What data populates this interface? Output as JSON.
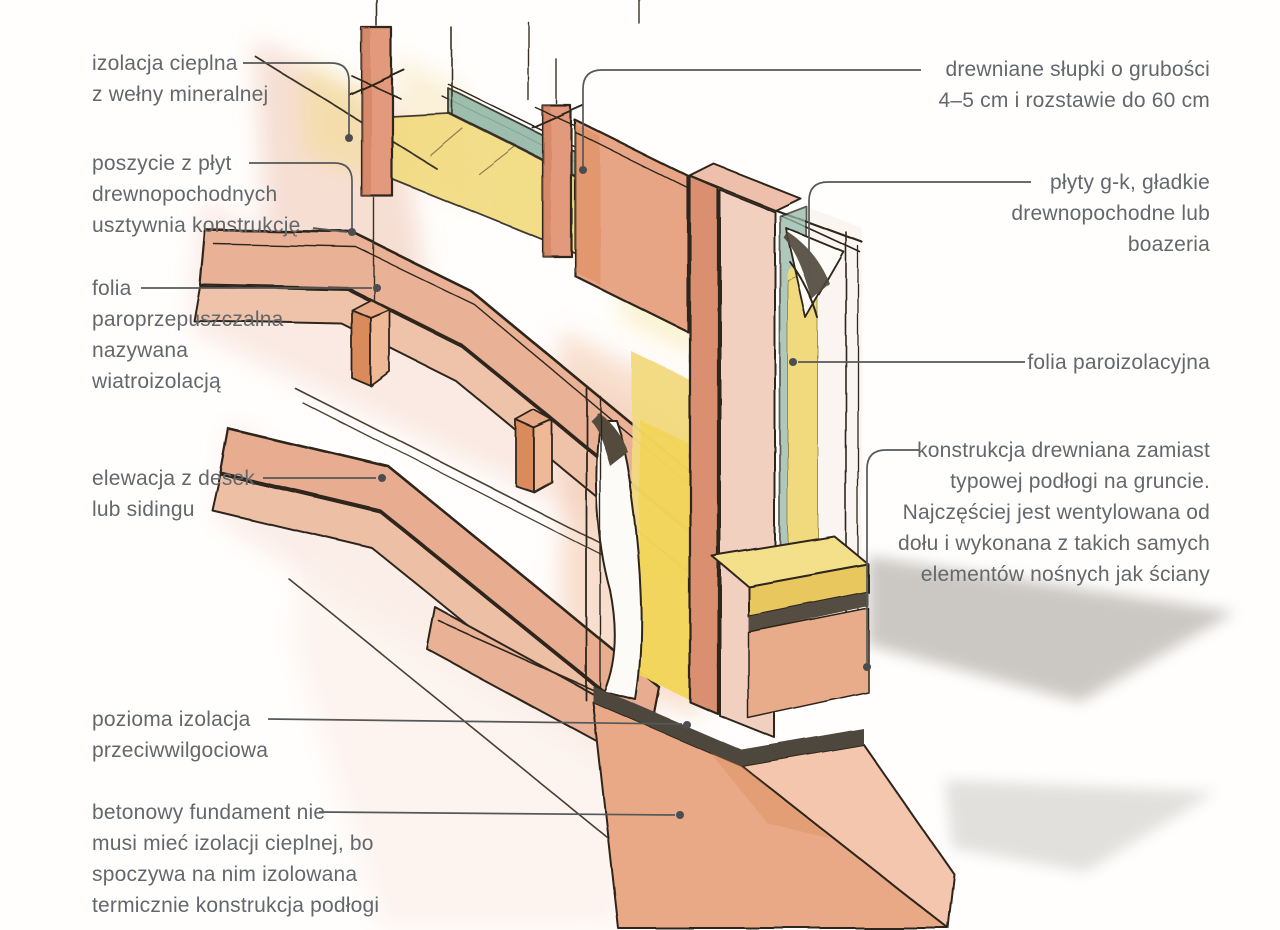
{
  "figure": {
    "kind": "hand-drawn axonometric construction detail of a timber-frame wall on a concrete foundation"
  },
  "labels": {
    "left": [
      {
        "id": "izolacja-cieplna",
        "lines": [
          "izolacja cieplna",
          "z wełny mineralnej"
        ]
      },
      {
        "id": "poszycie",
        "lines": [
          "poszycie z płyt",
          "drewnopochodnych",
          "usztywnia konstrukcję"
        ]
      },
      {
        "id": "wiatroizolacja",
        "lines": [
          "folia",
          "paroprzepuszczalna",
          "nazywana",
          "wiatroizolacją"
        ]
      },
      {
        "id": "elewacja",
        "lines": [
          "elewacja z desek",
          "lub sidingu"
        ]
      },
      {
        "id": "pozioma-izolacja",
        "lines": [
          "pozioma izolacja",
          "przeciwwilgociowa"
        ]
      },
      {
        "id": "fundament",
        "lines": [
          "betonowy fundament nie",
          "musi mieć izolacji cieplnej, bo",
          "spoczywa na nim izolowana",
          "termicznie konstrukcja podłogi"
        ]
      }
    ],
    "right": [
      {
        "id": "slupki",
        "lines": [
          "drewniane słupki o grubości",
          "4–5 cm i rozstawie do 60 cm"
        ]
      },
      {
        "id": "plyty-gk",
        "lines": [
          "płyty g-k, gładkie",
          "drewnopochodne lub",
          "boazeria"
        ]
      },
      {
        "id": "folia-paroizolacyjna",
        "lines": [
          "folia paroizolacyjna"
        ]
      },
      {
        "id": "konstrukcja-podlogi",
        "lines": [
          "konstrukcja drewniana zamiast",
          "typowej podłogi na gruncie.",
          "Najczęściej jest wentylowana od",
          "dołu i wykonana z takich samych",
          "elementów nośnych jak ściany"
        ]
      }
    ]
  },
  "colors": {
    "stud_salmon": "#e2997c",
    "stud_dark": "#d0805f",
    "board_salmon": "#e8ad90",
    "pale_pink": "#f1d0c0",
    "wool_yellow": "#f1da7e",
    "slab_yellow": "#f4e08a",
    "sheathing_teal": "#93b7a6",
    "sketch_line": "#2f261c",
    "damp_course_dark": "#4e463c",
    "label_text": "#63686c",
    "leader_line": "#55585a"
  }
}
